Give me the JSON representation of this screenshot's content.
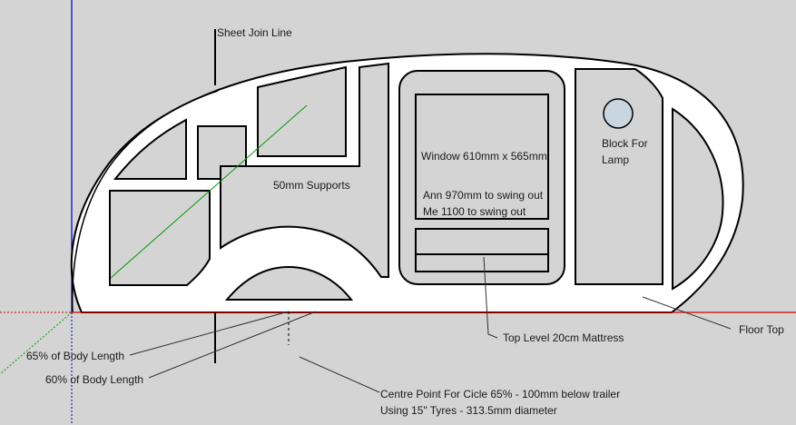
{
  "labels": {
    "sheet_join_line": "Sheet Join Line",
    "supports": "50mm Supports",
    "window": "Window 610mm x 565mm",
    "ann_swing": "Ann 970mm to swing out",
    "me_swing": "Me 1100 to swing out",
    "block_lamp_1": "Block For",
    "block_lamp_2": "Lamp",
    "floor_top": "Floor Top",
    "mattress": "Top Level 20cm Mattress",
    "body_65": "65% of Body Length",
    "body_60": "60% of Body Length",
    "centre_point_1": "Centre Point For Cicle 65% - 100mm below trailer",
    "centre_point_2": "Using 15\" Tyres - 313.5mm diameter"
  },
  "colors": {
    "background": "#d4d4d4",
    "panel": "#ffffff",
    "outline": "#000000",
    "axis_red": "#cc0000",
    "axis_blue": "#0000cc",
    "axis_green": "#009900",
    "lamp_fill": "#c9d6e0"
  }
}
